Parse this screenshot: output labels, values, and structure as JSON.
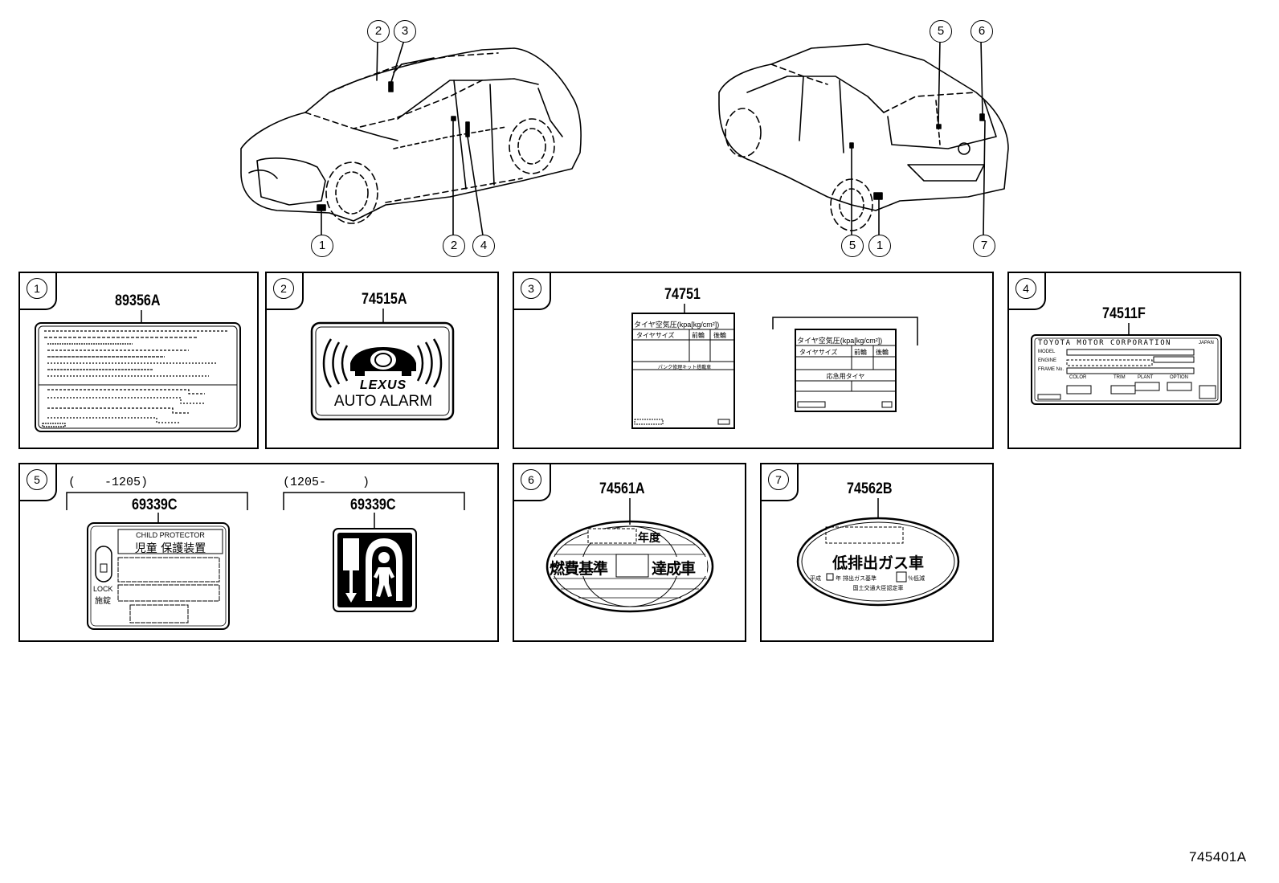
{
  "callouts": {
    "front": [
      "2",
      "3",
      "1",
      "2",
      "4"
    ],
    "rear": [
      "5",
      "6",
      "5",
      "1",
      "7"
    ]
  },
  "panels": [
    {
      "num": "1",
      "part": "89356A"
    },
    {
      "num": "2",
      "part": "74515A",
      "brand": "LEXUS",
      "text": "AUTO ALARM"
    },
    {
      "num": "3",
      "part": "74751",
      "label_a": {
        "title": "タイヤ空気圧(kpa[kg/cm²])",
        "col1": "タイヤサイズ",
        "col2": "前輪",
        "col3": "後輪",
        "note": "パンク修理キット搭載車"
      },
      "label_b": {
        "title": "タイヤ空気圧(kpa[kg/cm²])",
        "col1": "タイヤサイズ",
        "col2": "前輪",
        "col3": "後輪",
        "note": "応急用タイヤ"
      }
    },
    {
      "num": "4",
      "part": "74511F",
      "maker": "TOYOTA MOTOR CORPORATION",
      "country": "JAPAN",
      "fields": [
        "MODEL",
        "ENGINE",
        "FRAME No."
      ],
      "codes": [
        "COLOR",
        "TRIM",
        "PLANT",
        "OPTION"
      ]
    },
    {
      "num": "5",
      "range_a": "(    -1205)",
      "part_a": "69339C",
      "range_b": "(1205-     )",
      "part_b": "69339C",
      "cp_en": "CHILD PROTECTOR",
      "cp_jp": "児童 保護装置",
      "lock": "LOCK",
      "lock_jp": "施錠"
    },
    {
      "num": "6",
      "part": "74561A",
      "year": "年度",
      "left": "燃費基準",
      "right": "達成車"
    },
    {
      "num": "7",
      "part": "74562B",
      "main": "低排出ガス車",
      "line1a": "平成",
      "line1b": "年 排出ガス基準",
      "line1c": "％低減",
      "line2": "国土交通大臣認定車"
    }
  ],
  "diagram_id": "745401A",
  "colors": {
    "ink": "#000000",
    "paper": "#ffffff"
  }
}
